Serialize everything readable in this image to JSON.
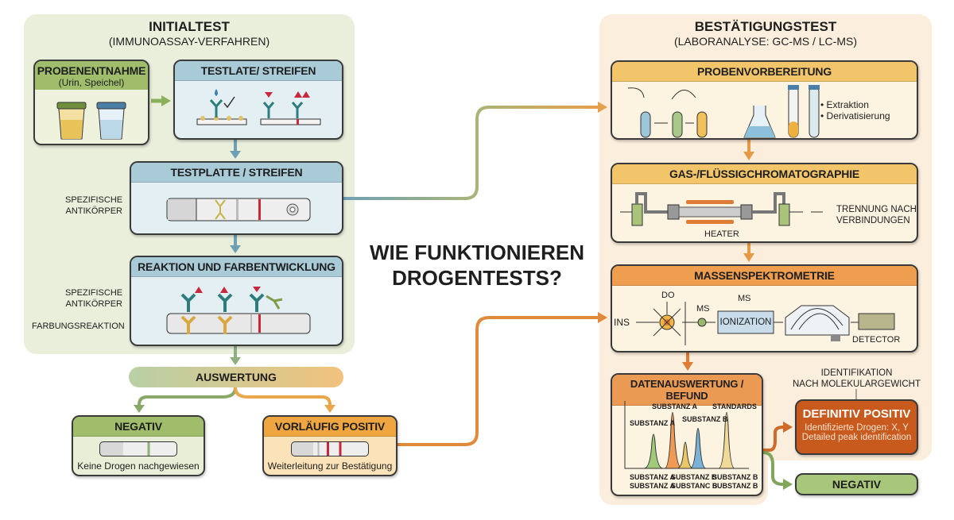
{
  "title": {
    "line1": "WIE FUNKTIONIEREN",
    "line2": "DROGENTESTS?"
  },
  "initial": {
    "title": "INITIALTEST",
    "subtitle": "(IMMUNOASSAY-VERFAHREN)",
    "sampling": {
      "header": "PROBENENTNAHME",
      "subtitle": "(Urin, Speichel)"
    },
    "testlate": {
      "header": "TESTLATE/ STREIFEN"
    },
    "testplatte": {
      "header": "TESTPLATTE / STREIFEN",
      "label_line1": "SPEZIFISCHE",
      "label_line2": "ANTIKÖRPER"
    },
    "reaction": {
      "header": "REAKTION UND FARBENTWICKLUNG",
      "label1_line1": "SPEZIFISCHE",
      "label1_line2": "ANTIKÖRPER",
      "label2": "FARBUNGSREAKTION"
    },
    "evaluation": "AUSWERTUNG",
    "negative": {
      "header": "NEGATIV",
      "text": "Keine Drogen nachgewiesen"
    },
    "positive": {
      "header": "VORLÄUFIG POSITIV",
      "text": "Weiterleitung zur Bestätigung"
    }
  },
  "confirm": {
    "title": "BESTÄTIGUNGSTEST",
    "subtitle": "(LABORANALYSE: GC-MS / LC-MS)",
    "prep": {
      "header": "PROBENVORBEREITUNG",
      "bullets": [
        "• Extraktion",
        "• Derivatisierung"
      ]
    },
    "gc": {
      "header": "GAS-/FLÜSSIGCHROMATOGRAPHIE",
      "heater": "HEATER",
      "note_line1": "TRENNUNG NACH",
      "note_line2": "VERBINDUNGEN"
    },
    "ms": {
      "header": "MASSENSPEKTROMETRIE",
      "do": "DO",
      "ins": "INS",
      "ms1": "MS",
      "ms2": "MS",
      "ionization": "IONIZATION",
      "detector": "DETECTOR"
    },
    "data": {
      "header": "DATENAUSWERTUNG / BEFUND",
      "peak_labels": [
        "SUBSTANZ A",
        "SUBSTANZ A",
        "SUBSTANZ B",
        "STANDARDS"
      ],
      "axis_labels": [
        [
          "SUBSTANZ A",
          "SUBSTANZ A"
        ],
        [
          "SUBSTANZ B",
          "SUBSTANC B"
        ],
        [
          "SUBSTANZ B",
          "SUBSTANZ B"
        ]
      ]
    },
    "identification": {
      "line1": "IDENTIFIKATION",
      "line2": "NACH MOLEKULARGEWICHT"
    },
    "definitive": {
      "header": "DEFINITIV POSITIV",
      "line1": "Identifizierte Drogen: X, Y",
      "line2": "Detailed peak identification"
    },
    "negative": "NEGATIV"
  },
  "colors": {
    "green": "#9fbd6a",
    "blue": "#a9cbd8",
    "orange": "#f0a640",
    "darkorange": "#c85a1d",
    "red": "#c8283a"
  }
}
